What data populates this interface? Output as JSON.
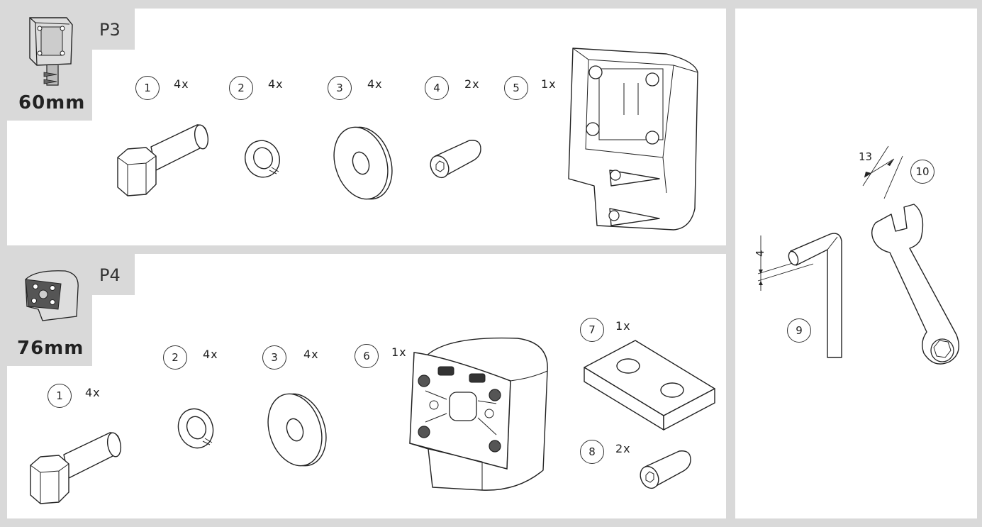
{
  "sections": [
    {
      "id": "p3",
      "label": "P3",
      "size": "60mm",
      "parts": [
        {
          "number": "1",
          "qty": "4x",
          "icon": "hex-bolt-icon"
        },
        {
          "number": "2",
          "qty": "4x",
          "icon": "spring-washer-icon"
        },
        {
          "number": "3",
          "qty": "4x",
          "icon": "flat-washer-icon"
        },
        {
          "number": "4",
          "qty": "2x",
          "icon": "set-screw-icon"
        },
        {
          "number": "5",
          "qty": "1x",
          "icon": "bracket-housing-icon"
        }
      ]
    },
    {
      "id": "p4",
      "label": "P4",
      "size": "76mm",
      "parts": [
        {
          "number": "1",
          "qty": "4x",
          "icon": "hex-bolt-icon"
        },
        {
          "number": "2",
          "qty": "4x",
          "icon": "spring-washer-icon"
        },
        {
          "number": "3",
          "qty": "4x",
          "icon": "flat-washer-icon"
        },
        {
          "number": "6",
          "qty": "1x",
          "icon": "mount-block-icon"
        },
        {
          "number": "7",
          "qty": "1x",
          "icon": "backing-plate-icon"
        },
        {
          "number": "8",
          "qty": "2x",
          "icon": "set-screw-icon"
        }
      ]
    }
  ],
  "tools": [
    {
      "number": "9",
      "icon": "hex-key-icon",
      "dimension": "4"
    },
    {
      "number": "10",
      "icon": "wrench-icon",
      "dimension": "13"
    }
  ]
}
